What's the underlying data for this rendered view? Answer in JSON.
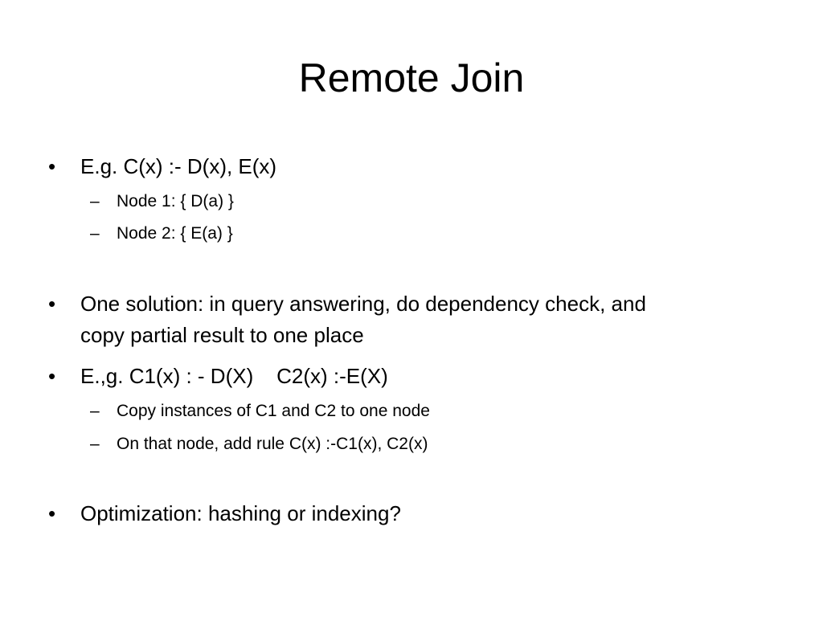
{
  "slide": {
    "title": "Remote Join",
    "bullet_marker": "•",
    "dash_marker": "–",
    "bullets": [
      {
        "text": "E.g. C(x) :- D(x), E(x)",
        "subs": [
          "Node 1: { D(a) }",
          "Node 2: { E(a) }"
        ]
      },
      {
        "line1": "One solution: in query answering, do dependency check, and",
        "line2": "copy partial result to one place"
      },
      {
        "text": "E.,g. C1(x) : - D(X)    C2(x) :-E(X)",
        "subs": [
          "Copy instances of C1 and C2 to one node",
          "On that node, add rule C(x) :-C1(x), C2(x)"
        ]
      },
      {
        "text": "Optimization: hashing or indexing?"
      }
    ]
  }
}
